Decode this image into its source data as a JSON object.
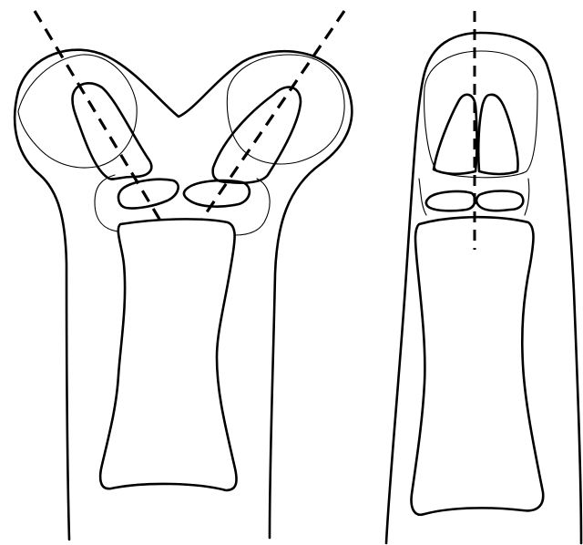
{
  "figure": {
    "panels": [
      {
        "name": "bifurcated-digit-dorsal-view",
        "axes": 2
      },
      {
        "name": "single-digit-dorsal-view",
        "axes": 1
      }
    ],
    "stroke_color": "#000000",
    "background_color": "#ffffff"
  }
}
